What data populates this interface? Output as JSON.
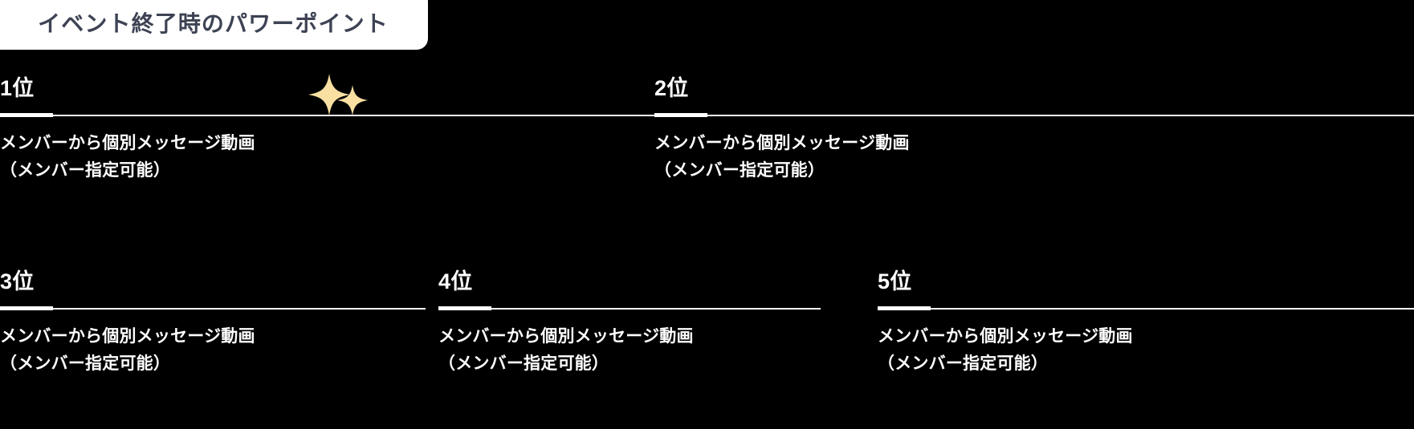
{
  "background_color": "#000000",
  "header": {
    "badge_label": "イベント終了時のパワーポイント",
    "badge_background": "#FFFFFF",
    "badge_text_color": "#3D4354"
  },
  "decorations": {
    "sparkle_color": "#F9DFA2",
    "sparkle_large_name": "sparkle-large-icon",
    "sparkle_small_name": "sparkle-small-icon"
  },
  "ranking": {
    "rule_color": "#FFFFFF",
    "text_color": "#FFFFFF",
    "entries": [
      {
        "rank_label": "1位",
        "item_text": "メンバーから個別メッセージ動画\n（メンバー指定可能）"
      },
      {
        "rank_label": "2位",
        "item_text": "メンバーから個別メッセージ動画\n（メンバー指定可能）"
      },
      {
        "rank_label": "3位",
        "item_text": "メンバーから個別メッセージ動画\n（メンバー指定可能）"
      },
      {
        "rank_label": "4位",
        "item_text": "メンバーから個別メッセージ動画\n（メンバー指定可能）"
      },
      {
        "rank_label": "5位",
        "item_text": "メンバーから個別メッセージ動画\n（メンバー指定可能）"
      }
    ]
  }
}
